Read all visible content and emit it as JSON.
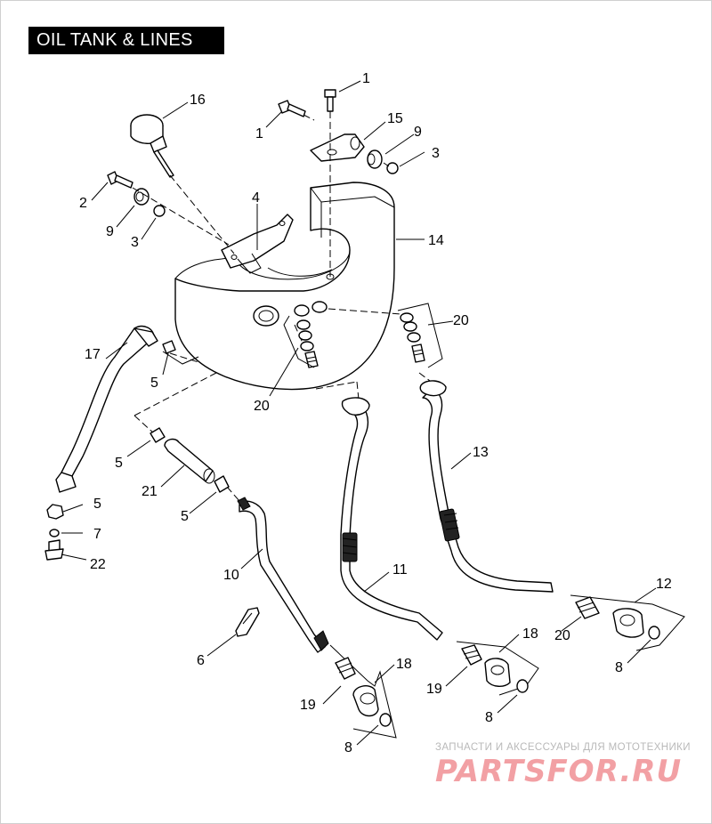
{
  "title": "OIL TANK & LINES",
  "callouts": {
    "c1a": "1",
    "c1b": "1",
    "c15": "15",
    "c9a": "9",
    "c3a": "3",
    "c16": "16",
    "c2": "2",
    "c9b": "9",
    "c3b": "3",
    "c4": "4",
    "c14": "14",
    "c17": "17",
    "c20a": "20",
    "c20b": "20",
    "c5a": "5",
    "c5b": "5",
    "c21": "21",
    "c5c": "5",
    "c5d": "5",
    "c7": "7",
    "c22": "22",
    "c13": "13",
    "c10": "10",
    "c11": "11",
    "c12": "12",
    "c20c": "20",
    "c8a": "8",
    "c6": "6",
    "c18a": "18",
    "c18b": "18",
    "c19a": "19",
    "c19b": "19",
    "c8b": "8",
    "c8c": "8"
  },
  "watermark": {
    "line1": "ЗАПЧАСТИ И АКСЕССУАРЫ ДЛЯ МОТОТЕХНИКИ",
    "brand": "PARTSFOR.RU"
  },
  "colors": {
    "ink": "#000000",
    "title_bg": "#000000",
    "title_fg": "#ffffff",
    "watermark_grey": "#b9b9b9",
    "watermark_pink": "#f2a0a4"
  }
}
